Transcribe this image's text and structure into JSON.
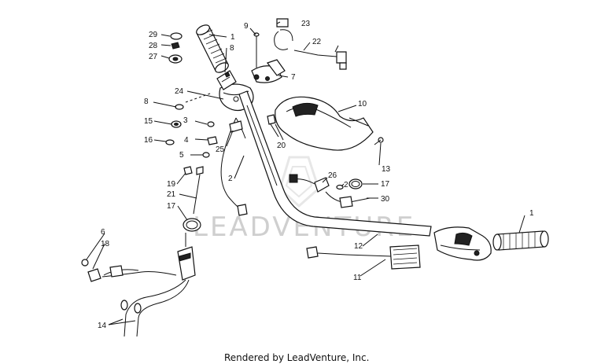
{
  "title": "",
  "watermark": "LEADVENTURE",
  "footer": "Rendered by LeadVenture, Inc.",
  "callouts": [
    {
      "id": "c1a",
      "text": "1"
    },
    {
      "id": "c1b",
      "text": "1"
    },
    {
      "id": "c2a",
      "text": "2"
    },
    {
      "id": "c2b",
      "text": "2"
    },
    {
      "id": "c3",
      "text": "3"
    },
    {
      "id": "c4",
      "text": "4"
    },
    {
      "id": "c5",
      "text": "5"
    },
    {
      "id": "c6",
      "text": "6"
    },
    {
      "id": "c7",
      "text": "7"
    },
    {
      "id": "c8a",
      "text": "8"
    },
    {
      "id": "c8b",
      "text": "8"
    },
    {
      "id": "c9",
      "text": "9"
    },
    {
      "id": "c10",
      "text": "10"
    },
    {
      "id": "c11",
      "text": "11"
    },
    {
      "id": "c12",
      "text": "12"
    },
    {
      "id": "c13",
      "text": "13"
    },
    {
      "id": "c14",
      "text": "14"
    },
    {
      "id": "c15",
      "text": "15"
    },
    {
      "id": "c16",
      "text": "16"
    },
    {
      "id": "c17a",
      "text": "17"
    },
    {
      "id": "c17b",
      "text": "17"
    },
    {
      "id": "c18",
      "text": "18"
    },
    {
      "id": "c19",
      "text": "19"
    },
    {
      "id": "c20",
      "text": "20"
    },
    {
      "id": "c21",
      "text": "21"
    },
    {
      "id": "c22",
      "text": "22"
    },
    {
      "id": "c23",
      "text": "23"
    },
    {
      "id": "c24",
      "text": "24"
    },
    {
      "id": "c25",
      "text": "25"
    },
    {
      "id": "c26",
      "text": "26"
    },
    {
      "id": "c27",
      "text": "27"
    },
    {
      "id": "c28",
      "text": "28"
    },
    {
      "id": "c29",
      "text": "29"
    },
    {
      "id": "c30",
      "text": "30"
    }
  ]
}
